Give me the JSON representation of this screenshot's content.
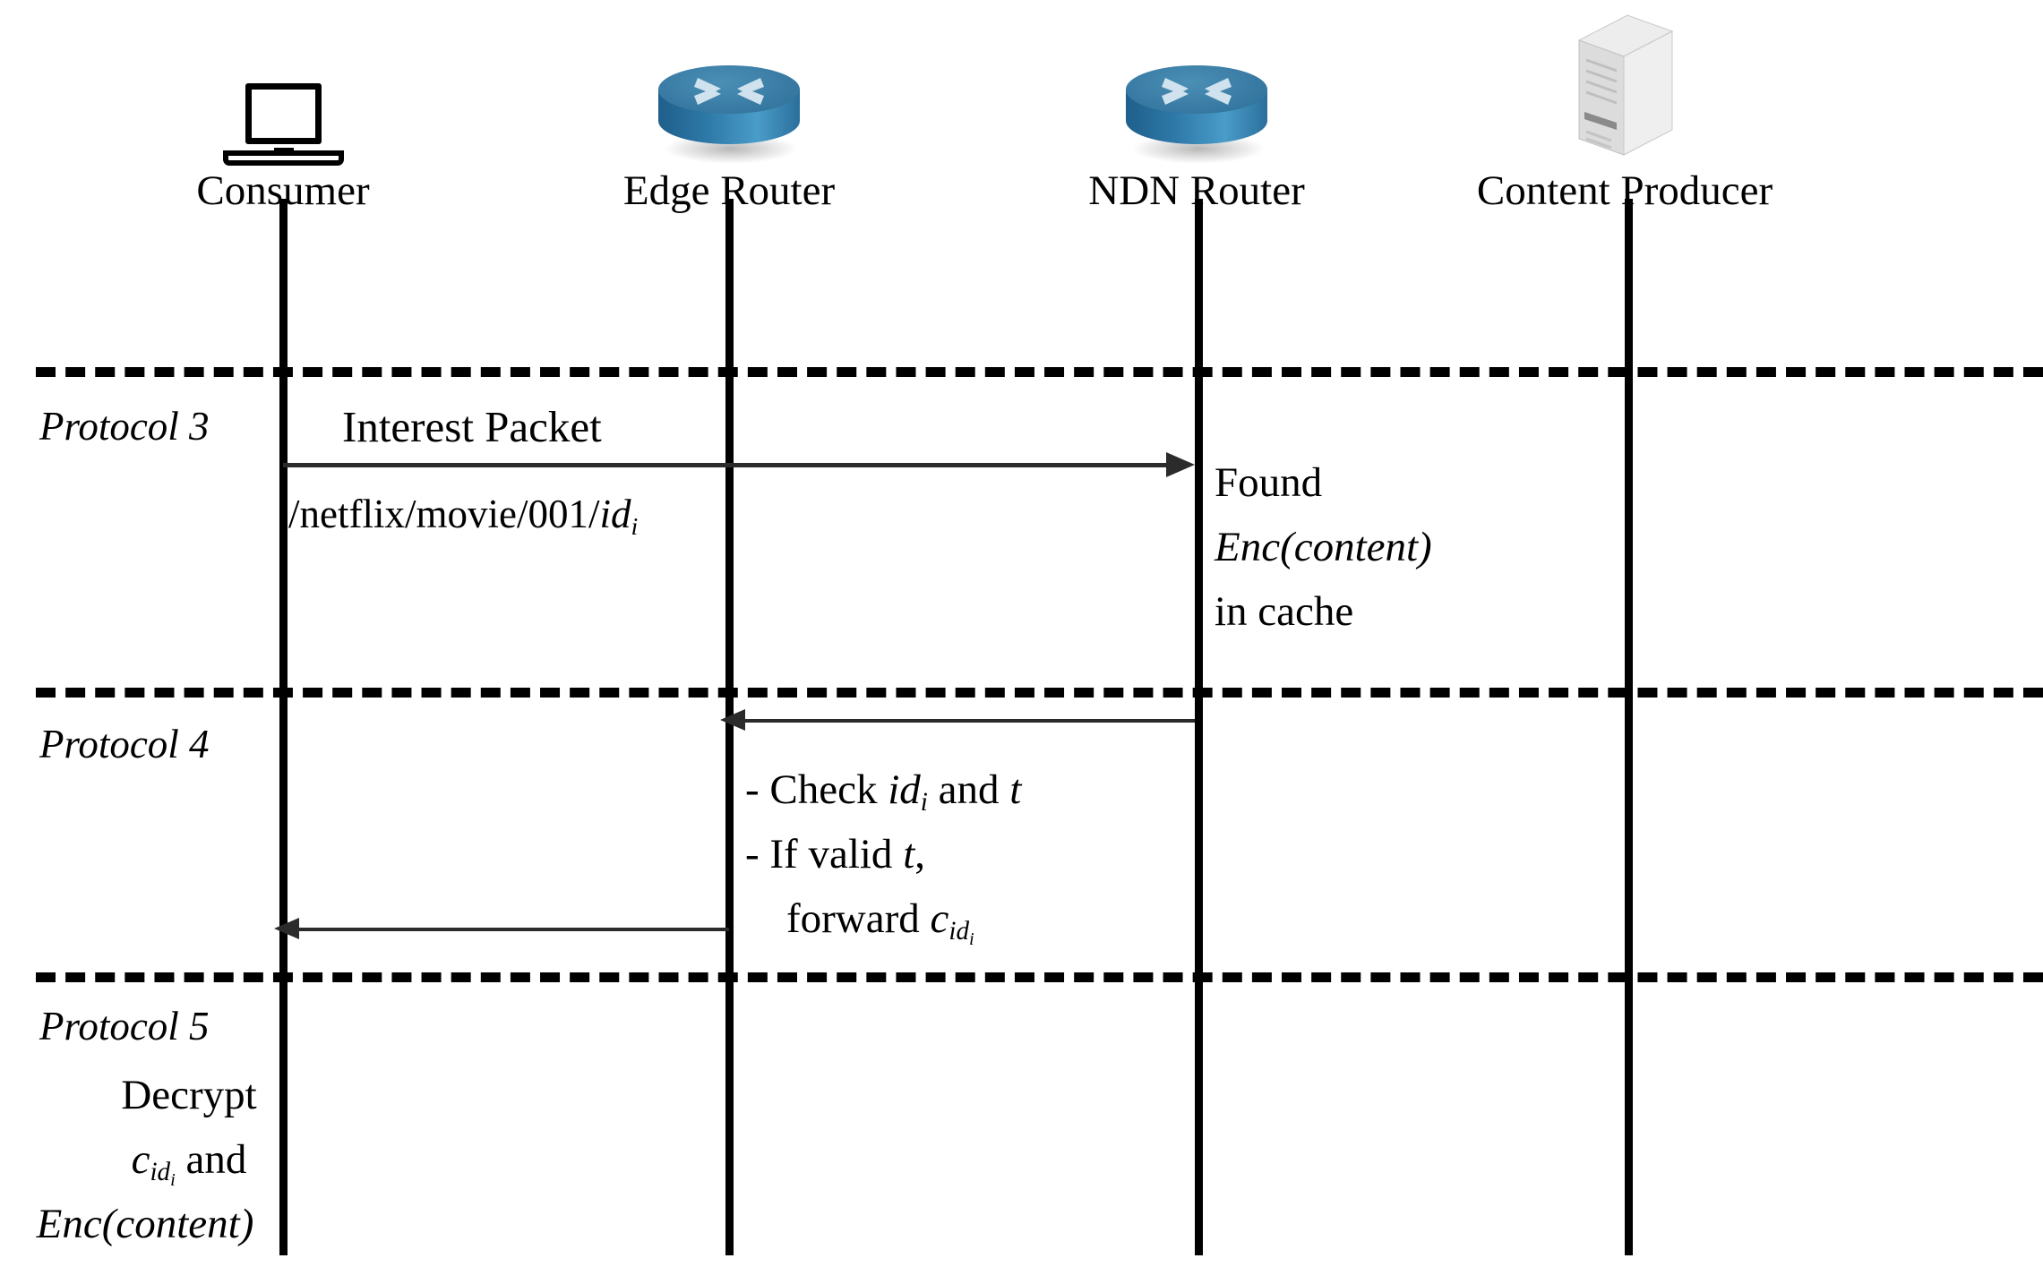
{
  "diagram": {
    "title": "NDN cached content retrieval sequence diagram",
    "type": "sequence-diagram"
  },
  "nodes": [
    {
      "id": "consumer",
      "label": "Consumer",
      "icon": "laptop-icon"
    },
    {
      "id": "edge-router",
      "label": "Edge Router",
      "icon": "router-icon"
    },
    {
      "id": "ndn-router",
      "label": "NDN Router",
      "icon": "router-icon"
    },
    {
      "id": "content-producer",
      "label": "Content Producer",
      "icon": "server-icon"
    }
  ],
  "phases": [
    {
      "id": "protocol-3",
      "label": "Protocol 3"
    },
    {
      "id": "protocol-4",
      "label": "Protocol 4"
    },
    {
      "id": "protocol-5",
      "label": "Protocol 5"
    }
  ],
  "messages": [
    {
      "id": "interest-packet",
      "title": "Interest Packet",
      "name_prefix": "/netflix/movie/001/",
      "name_suffix": "id",
      "name_suffix_sub": "i",
      "from": "consumer",
      "to": "ndn-router",
      "direction": "right"
    },
    {
      "id": "cache-response",
      "from": "ndn-router",
      "to": "edge-router",
      "direction": "left"
    },
    {
      "id": "content-delivery",
      "from": "edge-router",
      "to": "consumer",
      "direction": "left"
    }
  ],
  "notes": {
    "ndn_cache": {
      "line1": "Found",
      "line2": "Enc(content)",
      "line3": "in cache"
    },
    "edge_check": {
      "bullet1_pre": "- Check ",
      "bullet1_var1": "id",
      "bullet1_var1_sub": "i",
      "bullet1_mid": " and ",
      "bullet1_var2": "t",
      "bullet2_pre": "- If valid ",
      "bullet2_var": "t",
      "bullet2_post": ",",
      "bullet3_pre": "forward ",
      "bullet3_var": "c",
      "bullet3_var_sub": "id",
      "bullet3_var_sub_sub": "i"
    },
    "consumer_decrypt": {
      "line1": "Decrypt",
      "line2_var": "c",
      "line2_var_sub": "id",
      "line2_var_sub_sub": "i",
      "line2_post": " and",
      "line3": "Enc(content)"
    }
  },
  "colors": {
    "router_top": "#3a7ca5",
    "router_body": "#2e79a8",
    "router_arrow": "#cfe2ee",
    "server_light": "#e8e8e8",
    "server_mid": "#d2d2d2",
    "server_dark": "#b9b9b9",
    "stroke": "#000000",
    "arrow": "#2b2b2b"
  }
}
